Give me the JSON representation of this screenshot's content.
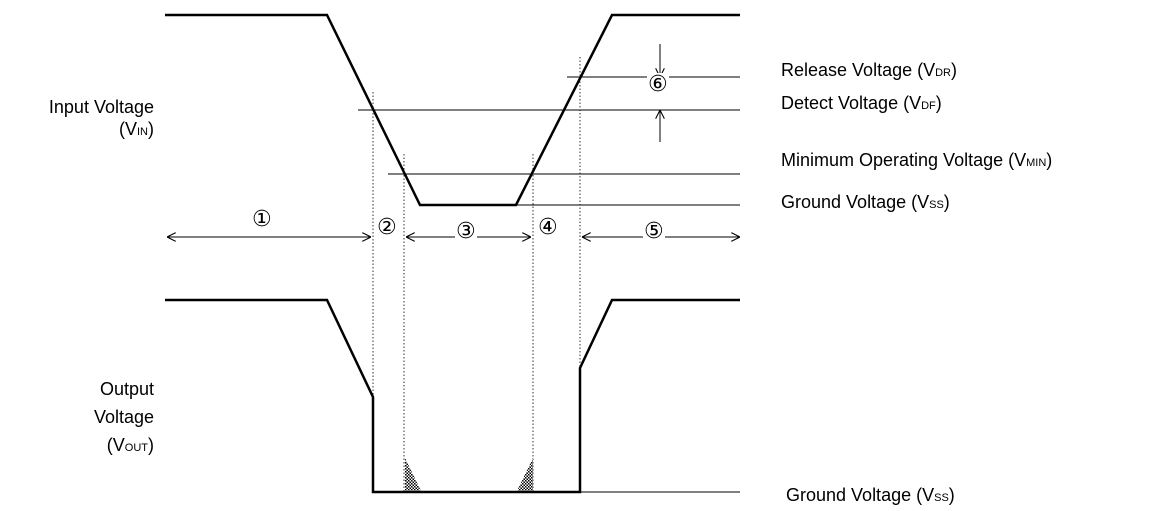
{
  "input": {
    "title_line1": "Input Voltage",
    "paren_open": "(",
    "symbol_main": "V",
    "symbol_sub": "IN",
    "paren_close": ")"
  },
  "output": {
    "title_line1": "Output",
    "title_line2": "Voltage",
    "paren_open": "(",
    "symbol_main": "V",
    "symbol_sub": "OUT",
    "paren_close": ")"
  },
  "levels": {
    "release": {
      "text": "Release Voltage (",
      "main": "V",
      "sub": "DR",
      "close": ")"
    },
    "detect": {
      "text": "Detect Voltage (",
      "main": "V",
      "sub": "DF",
      "close": ")"
    },
    "min_op": {
      "text": "Minimum Operating Voltage (",
      "main": "V",
      "sub": "MIN",
      "close": ")"
    },
    "ground_in": {
      "text": "Ground Voltage (",
      "main": "V",
      "sub": "SS",
      "close": ")"
    },
    "ground_out": {
      "text": "Ground Voltage (",
      "main": "V",
      "sub": "SS",
      "close": ")"
    }
  },
  "regions": [
    "①",
    "②",
    "③",
    "④",
    "⑤",
    "⑥"
  ]
}
